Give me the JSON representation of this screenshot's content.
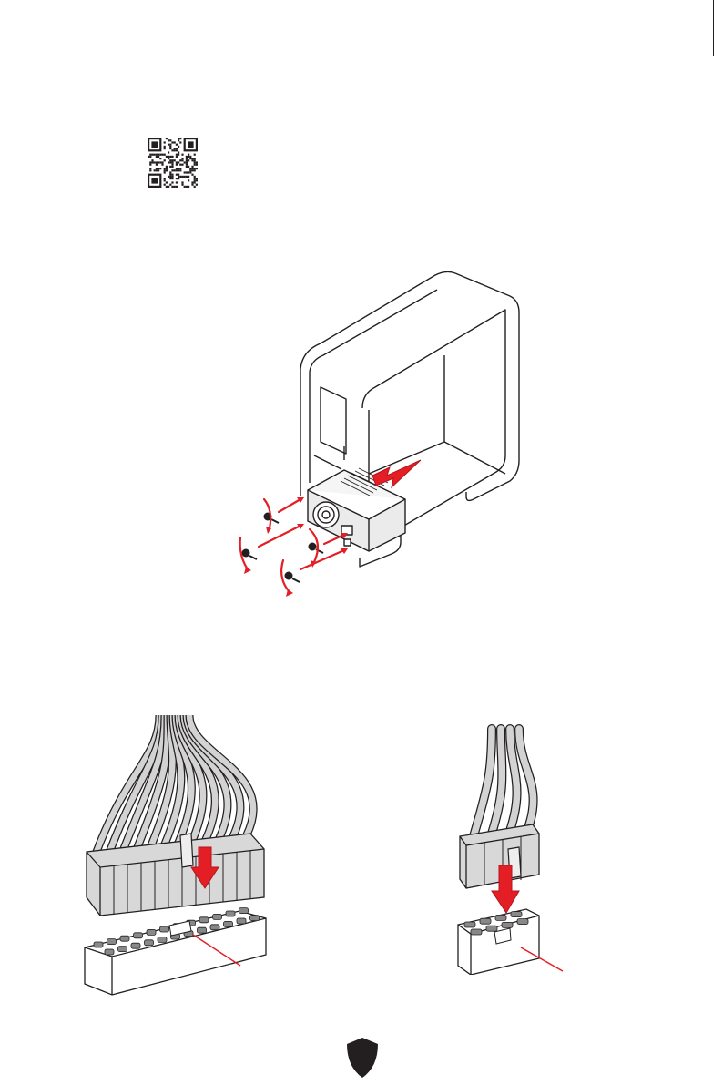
{
  "page": {
    "background": "#ffffff",
    "accent_red": "#e31e24",
    "line_color": "#231f20"
  },
  "sections": [
    {
      "name": "psu-installation",
      "illustration": "pc-case-with-power-supply-and-screws"
    },
    {
      "name": "power-connectors",
      "illustrations": [
        "atx-24-pin-power-connector",
        "8-pin-cpu-power-connector"
      ]
    }
  ],
  "icons": {
    "qr": "qr-code-icon",
    "footer": "shield-logo-icon",
    "install_arrow": "arrow-icon",
    "rotation": "rotation-arrow-icon"
  }
}
